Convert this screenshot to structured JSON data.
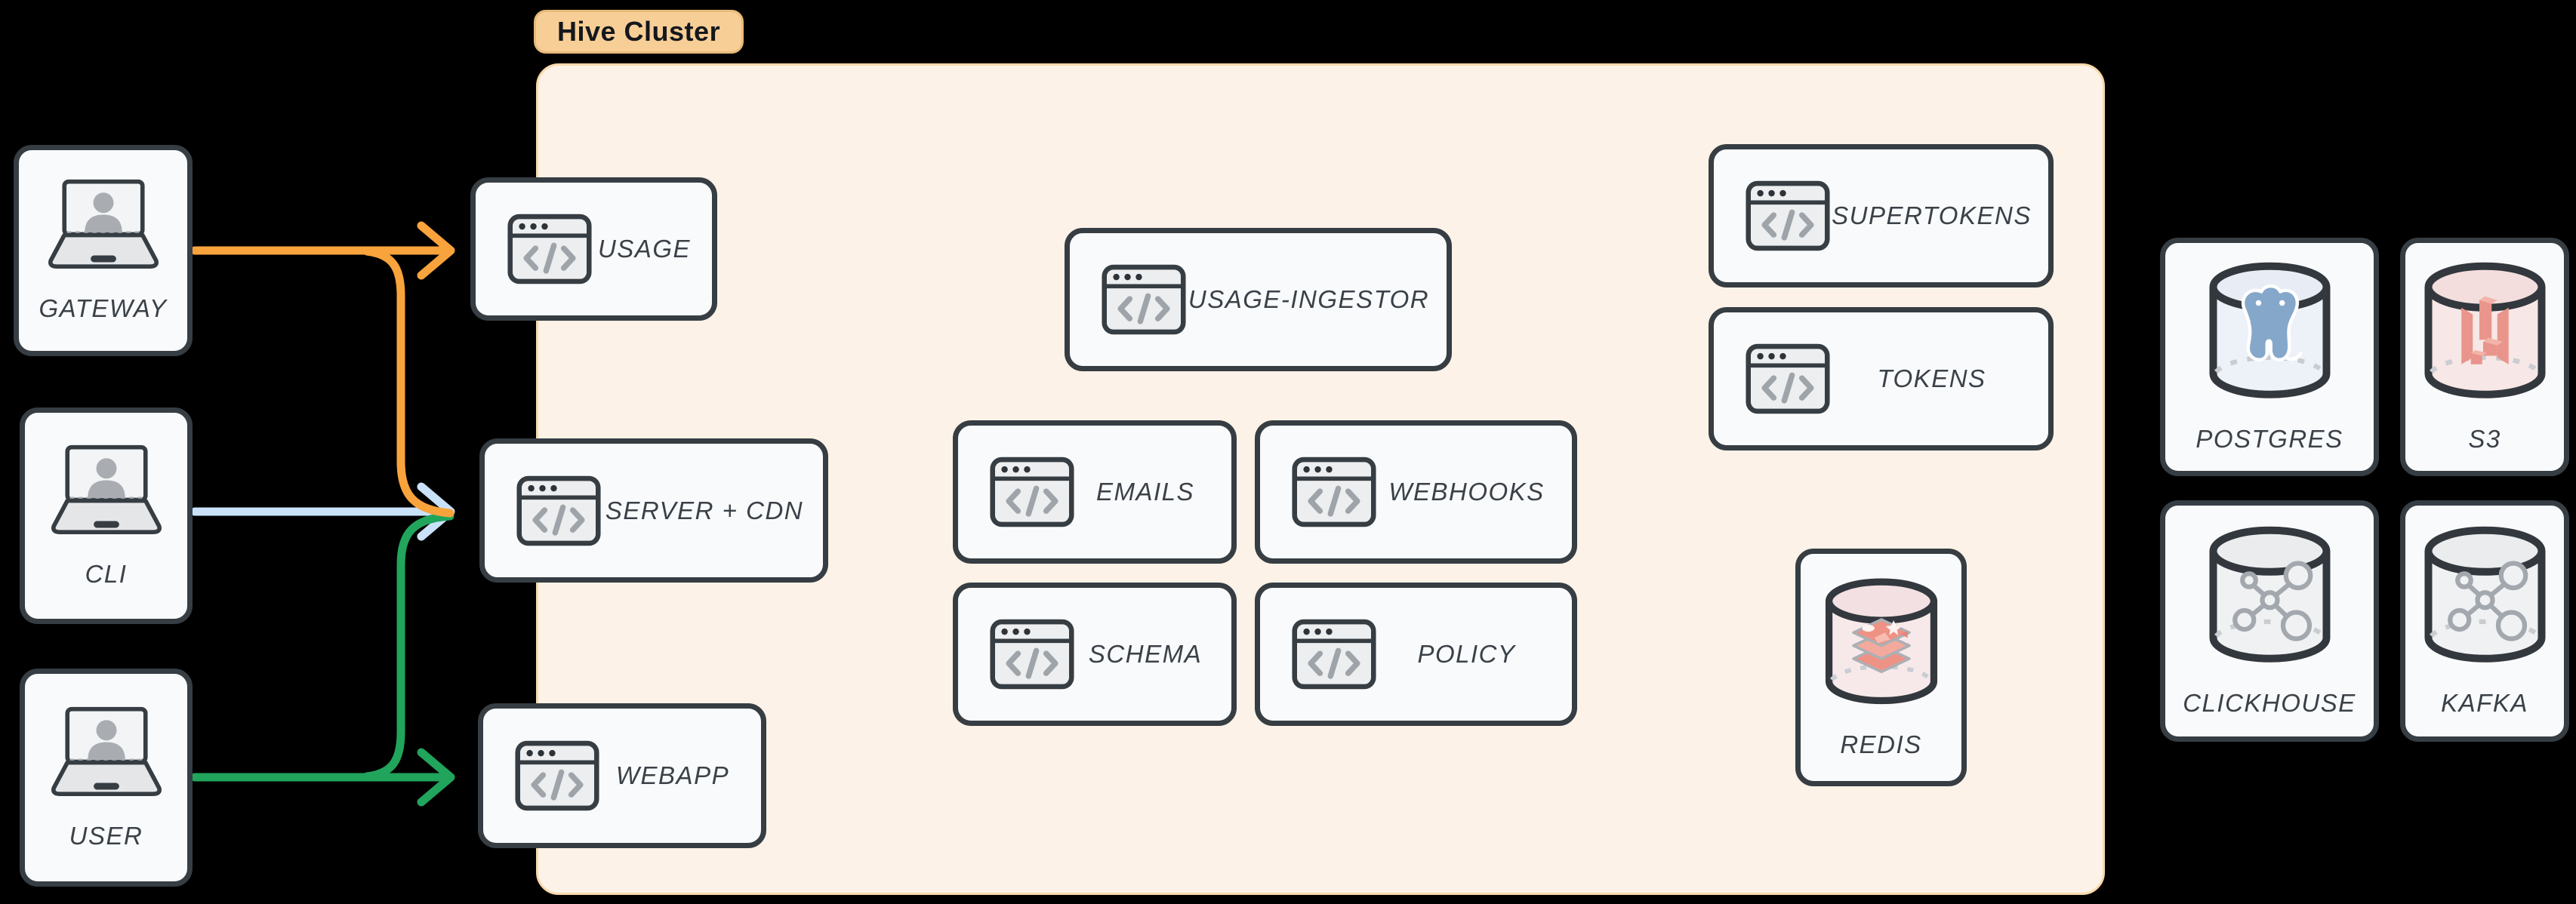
{
  "cluster": {
    "label": "Hive Cluster"
  },
  "nodes": {
    "gateway": {
      "label": "GATEWAY"
    },
    "cli": {
      "label": "CLI"
    },
    "user": {
      "label": "USER"
    },
    "usage": {
      "label": "USAGE"
    },
    "server_cdn": {
      "label": "SERVER + CDN"
    },
    "webapp": {
      "label": "WEBAPP"
    },
    "usage_ingestor": {
      "label": "USAGE-INGESTOR"
    },
    "emails": {
      "label": "EMAILS"
    },
    "webhooks": {
      "label": "WEBHOOKS"
    },
    "schema": {
      "label": "SCHEMA"
    },
    "policy": {
      "label": "POLICY"
    },
    "supertokens": {
      "label": "SUPERTOKENS"
    },
    "tokens": {
      "label": "TOKENS"
    },
    "redis": {
      "label": "REDIS"
    },
    "postgres": {
      "label": "POSTGRES"
    },
    "s3": {
      "label": "S3"
    },
    "clickhouse": {
      "label": "CLICKHOUSE"
    },
    "kafka": {
      "label": "KAFKA"
    }
  },
  "edges": [
    {
      "from": "GATEWAY",
      "to": "USAGE",
      "color": "#F9A33C"
    },
    {
      "from": "GATEWAY",
      "to": "SERVER + CDN",
      "color": "#F9A33C"
    },
    {
      "from": "CLI",
      "to": "SERVER + CDN",
      "color": "#C9E2F9"
    },
    {
      "from": "USER",
      "to": "SERVER + CDN",
      "color": "#21A45B"
    },
    {
      "from": "USER",
      "to": "WEBAPP",
      "color": "#21A45B"
    }
  ],
  "colors": {
    "background": "#000000",
    "cluster_fill": "#FCF2E7",
    "cluster_border": "#F8D9AB",
    "badge_fill": "#F8CE97",
    "node_fill": "#F9FAFB",
    "node_border": "#363D43",
    "label_text": "#3A4148",
    "arrow_orange": "#F9A33C",
    "arrow_blue": "#C9E2F9",
    "arrow_green": "#21A45B"
  },
  "icon_names": {
    "laptop": "laptop-user-icon",
    "code_window": "code-window-icon",
    "redis": "redis-database-icon",
    "postgres": "postgres-database-icon",
    "s3": "s3-database-icon",
    "network": "network-database-icon"
  }
}
